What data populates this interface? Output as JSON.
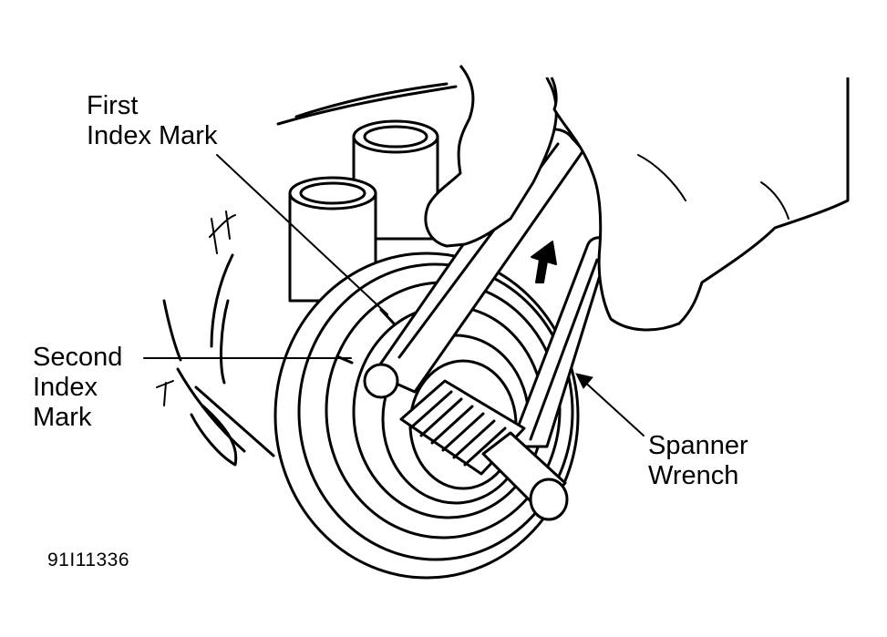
{
  "callouts": {
    "first_index_mark": [
      "First",
      "Index Mark"
    ],
    "second_index_mark": [
      "Second",
      "Index",
      "Mark"
    ],
    "spanner_wrench": [
      "Spanner",
      "Wrench"
    ]
  },
  "figure_code": "91I11336",
  "colors": {
    "ink": "#000000",
    "background": "#ffffff"
  }
}
